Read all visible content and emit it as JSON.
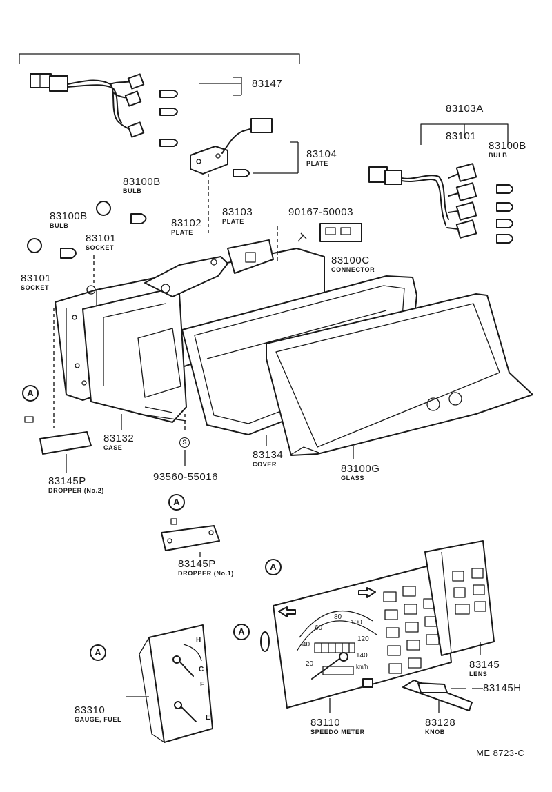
{
  "callouts": {
    "p83147": {
      "number": "83147"
    },
    "p83104": {
      "number": "83104",
      "name": "PLATE"
    },
    "p83103A": {
      "number": "83103A"
    },
    "p83101_r": {
      "number": "83101"
    },
    "p83100B_r": {
      "number": "83100B",
      "name": "BULB"
    },
    "p83100B_top": {
      "number": "83100B",
      "name": "BULB"
    },
    "p83100B_l": {
      "number": "83100B",
      "name": "BULB"
    },
    "p83101_m": {
      "number": "83101",
      "name": "SOCKET"
    },
    "p83101_l": {
      "number": "83101",
      "name": "SOCKET"
    },
    "p83102": {
      "number": "83102",
      "name": "PLATE"
    },
    "p83103": {
      "number": "83103",
      "name": "PLATE"
    },
    "p90167": {
      "number": "90167-50003"
    },
    "p83100C": {
      "number": "83100C",
      "name": "CONNECTOR"
    },
    "p83132": {
      "number": "83132",
      "name": "CASE"
    },
    "p83134": {
      "number": "83134",
      "name": "COVER"
    },
    "p83100G": {
      "number": "83100G",
      "name": "GLASS"
    },
    "p93560": {
      "number": "93560-55016"
    },
    "p83145P_2": {
      "number": "83145P",
      "name": "DROPPER (No.2)"
    },
    "p83145P_1": {
      "number": "83145P",
      "name": "DROPPER (No.1)"
    },
    "p83310": {
      "number": "83310",
      "name": "GAUGE, FUEL"
    },
    "p83110": {
      "number": "83110",
      "name": "SPEEDO METER"
    },
    "p83145": {
      "number": "83145",
      "name": "LENS"
    },
    "p83145H": {
      "number": "83145H"
    },
    "p83128": {
      "number": "83128",
      "name": "KNOB"
    }
  },
  "markers": {
    "a_label": "A",
    "s_label": "S"
  },
  "dial": {
    "speeds": [
      "20",
      "40",
      "60",
      "80",
      "100",
      "120",
      "140"
    ],
    "unit": "km/h",
    "gauge_h": "H",
    "gauge_c": "C",
    "gauge_f": "F",
    "gauge_e": "E"
  },
  "drawing_ref": "ME 8723-C",
  "icons": [
    "arrow-left-indicator-icon",
    "arrow-right-indicator-icon",
    "fuel-pump-icon",
    "oil-can-icon",
    "battery-icon",
    "seatbelt-icon"
  ]
}
